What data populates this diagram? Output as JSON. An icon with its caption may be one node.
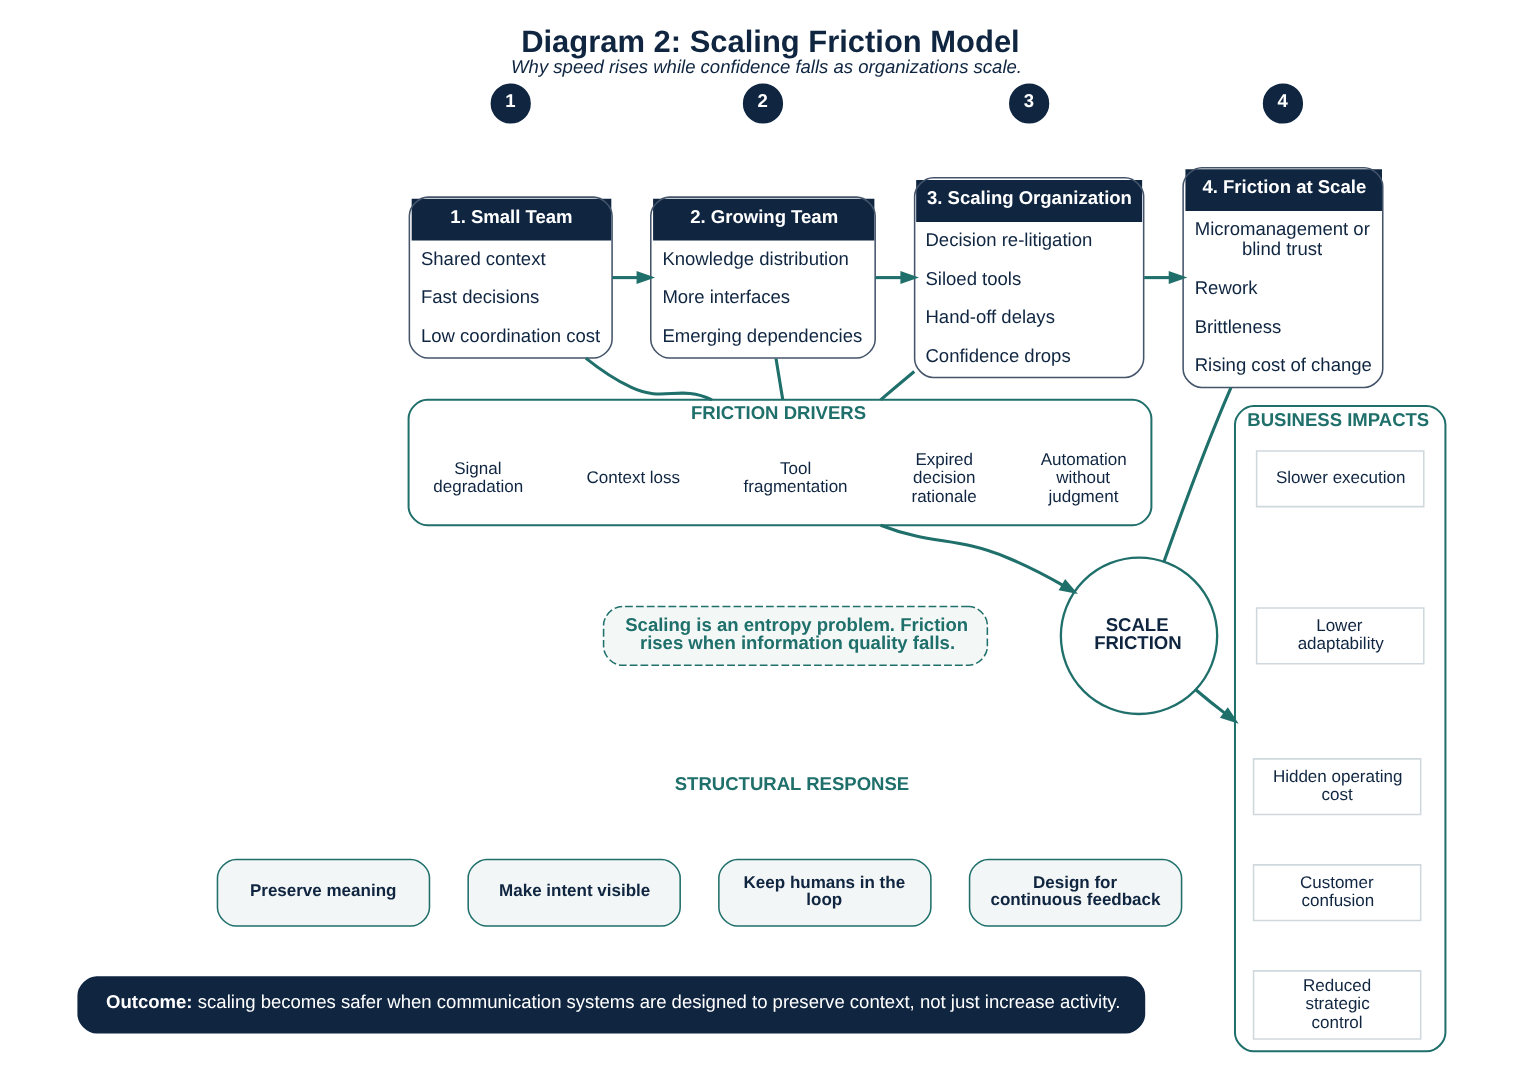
{
  "diagram": {
    "title": "Diagram 2: Scaling Friction Model",
    "caption": "Why speed rises while confidence falls as organizations scale.",
    "nodes": [
      {
        "text": [
          "1"
        ]
      },
      {
        "text": [
          "1. Small Team",
          "Shared context",
          "Fast decisions",
          "Low coordination cost"
        ]
      },
      {
        "text": [
          "2"
        ]
      },
      {
        "text": [
          "2. Growing Team",
          "Knowledge distribution",
          "More interfaces",
          "Emerging dependencies"
        ]
      },
      {
        "text": [
          "3"
        ]
      },
      {
        "text": [
          "3. Scaling Organization",
          "Decision re-litigation",
          "Siloed tools",
          "Hand-off delays",
          "Confidence drops"
        ]
      },
      {
        "text": [
          "4"
        ]
      },
      {
        "text": [
          "4. Friction at Scale",
          "Micromanagement or blind trust",
          "Rework",
          "Brittleness",
          "Rising cost of change"
        ]
      },
      {
        "text": [
          "FRICTION DRIVERS"
        ]
      },
      {
        "text": [
          "Signal degradation"
        ],
        "in": 8
      },
      {
        "text": [
          "Context loss"
        ],
        "in": 8
      },
      {
        "text": [
          "Tool fragmentation"
        ],
        "in": 8
      },
      {
        "text": [
          "Expired decision rationale"
        ],
        "in": 8
      },
      {
        "text": [
          "Automation without judgment"
        ],
        "in": 8
      },
      {
        "text": [
          "SCALE FRICTION"
        ]
      },
      {
        "text": [
          "BUSINESS IMPACTS"
        ]
      },
      {
        "text": [
          "Slower execution"
        ],
        "in": 15
      },
      {
        "text": [
          "Lower adaptability"
        ],
        "in": 15
      },
      {
        "text": [
          "Hidden operating cost"
        ],
        "in": 15
      },
      {
        "text": [
          "Customer confusion"
        ],
        "in": 15
      },
      {
        "text": [
          "Reduced strategic control"
        ],
        "in": 15
      },
      {
        "text": [
          "Scaling is an entropy problem. Friction rises when information quality falls."
        ]
      },
      {
        "text": [
          "Preserve meaning"
        ]
      },
      {
        "text": [
          "Make intent visible"
        ]
      },
      {
        "text": [
          "Keep humans in the loop"
        ]
      },
      {
        "text": [
          "Design for continuous feedback"
        ]
      },
      {
        "text": [
          "Outcome:",
          "scaling becomes safer when communication systems are designed to preserve context, not just increase activity."
        ]
      }
    ],
    "edges": [
      {
        "from": 1,
        "to": 3,
        "arrow": "to"
      },
      {
        "from": 3,
        "to": 5,
        "arrow": "to"
      },
      {
        "from": 5,
        "to": 7,
        "arrow": "to"
      },
      {
        "from": 1,
        "to": 8,
        "arrow": "none"
      },
      {
        "from": 3,
        "to": 8,
        "arrow": "none"
      },
      {
        "from": 5,
        "to": 8,
        "arrow": "none"
      },
      {
        "from": 7,
        "to": 14,
        "arrow": "none"
      },
      {
        "from": 8,
        "to": 14,
        "arrow": "to"
      },
      {
        "from": 14,
        "to": 15,
        "arrow": "to"
      }
    ],
    "labels": [
      "STRUCTURAL RESPONSE"
    ]
  }
}
